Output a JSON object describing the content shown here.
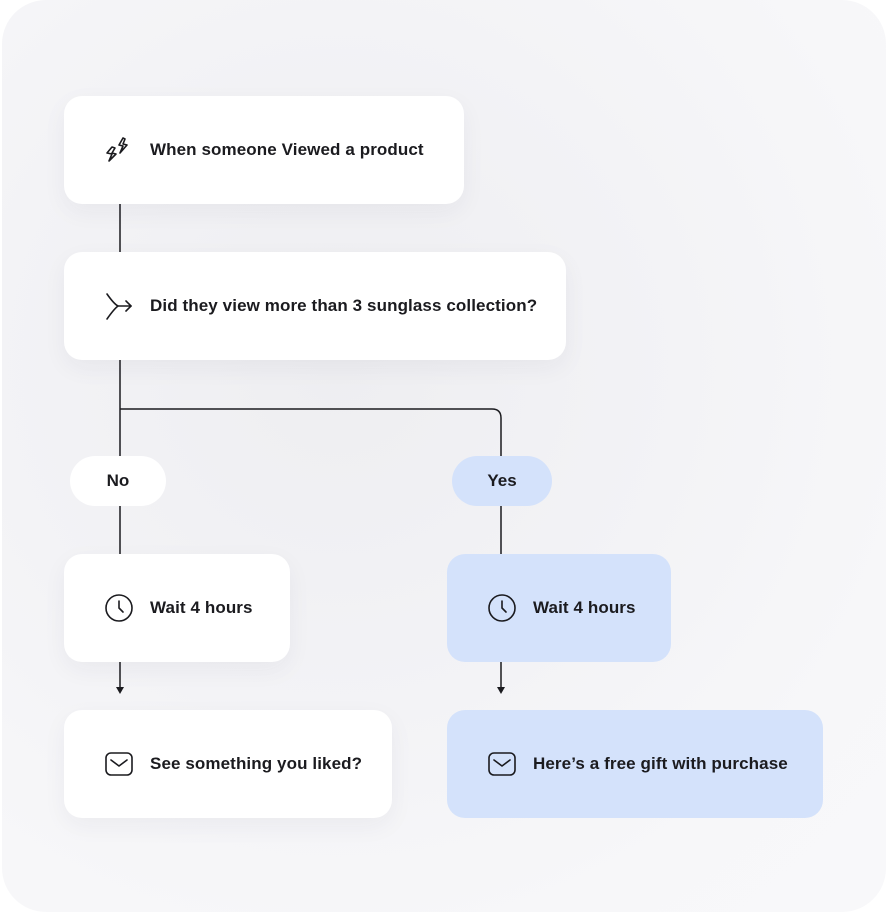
{
  "flow": {
    "trigger": {
      "label": "When someone Viewed a product",
      "icon": "lightning-bolts-icon"
    },
    "condition": {
      "label": "Did they view more than 3 sunglass collection?",
      "icon": "split-arrow-icon"
    },
    "branches": {
      "no": {
        "label": "No",
        "wait": {
          "label": "Wait 4 hours",
          "icon": "clock-icon"
        },
        "email": {
          "label": "See something you liked?",
          "icon": "email-icon"
        }
      },
      "yes": {
        "label": "Yes",
        "wait": {
          "label": "Wait 4 hours",
          "icon": "clock-icon"
        },
        "email": {
          "label": "Here’s a free gift with purchase",
          "icon": "email-icon"
        }
      }
    }
  },
  "colors": {
    "background": "#f5f5f8",
    "node": "#ffffff",
    "highlight": "#d4e2fb",
    "line": "#1b1b1f",
    "text": "#1b1b1f"
  }
}
